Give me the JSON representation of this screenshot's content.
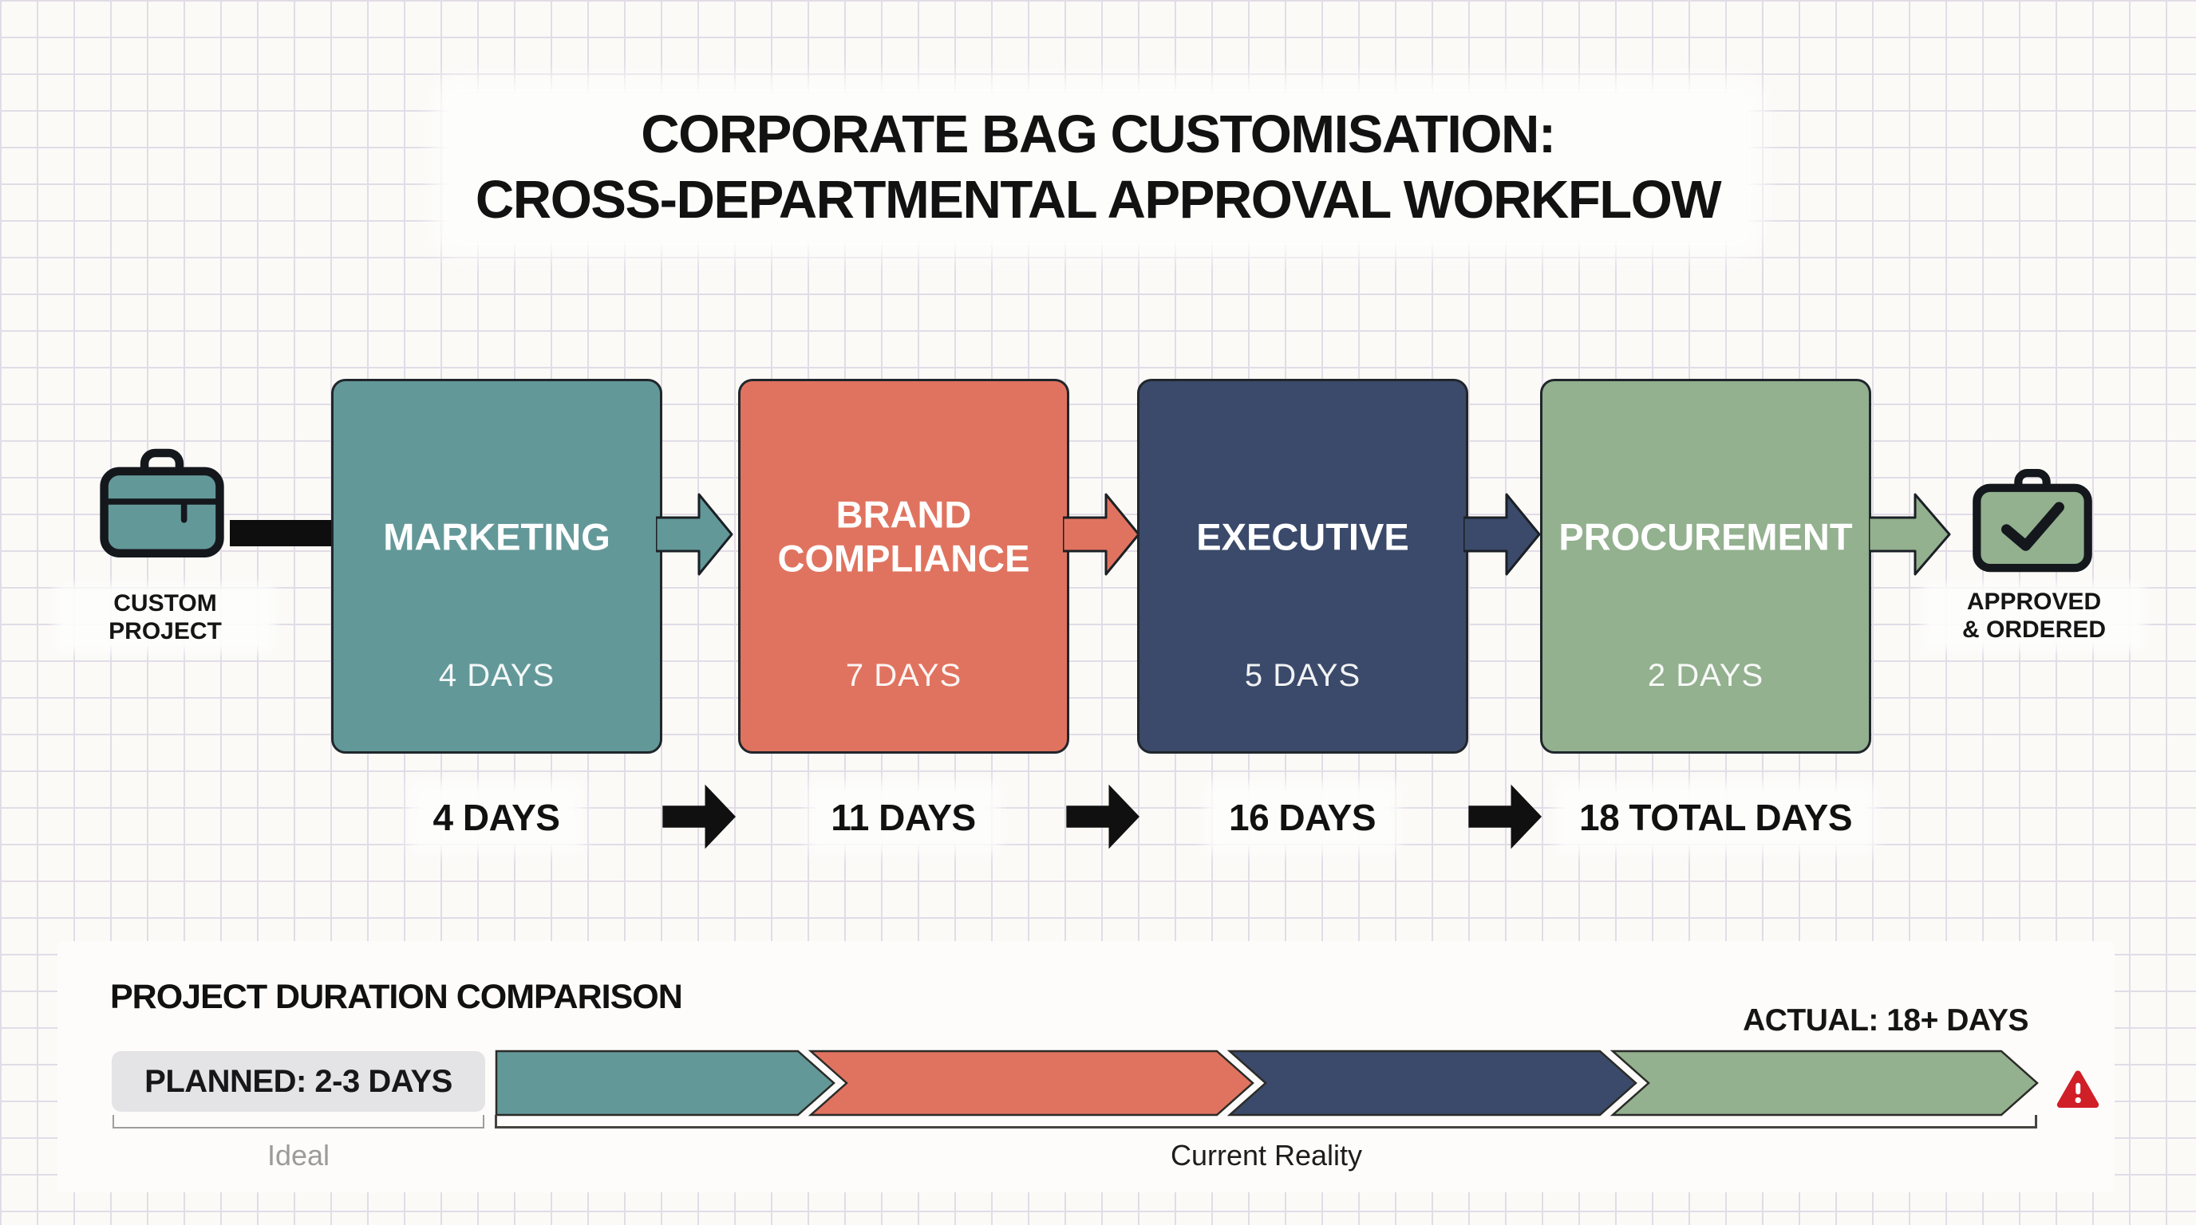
{
  "title": {
    "line1": "CORPORATE BAG CUSTOMISATION:",
    "line2": "CROSS-DEPARTMENTAL APPROVAL WORKFLOW"
  },
  "colors": {
    "teal": "#639899",
    "coral": "#E0735F",
    "navy": "#3B4A6A",
    "green": "#93B08F",
    "icon_outline": "#14181c",
    "warning_red": "#D01F27",
    "pill_gray": "#E4E3E5",
    "black": "#0e0e0e"
  },
  "workflow": {
    "start_label": "CUSTOM\nPROJECT",
    "end_label": "APPROVED\n& ORDERED",
    "steps": [
      {
        "label": "MARKETING",
        "duration": "4 DAYS",
        "color": "#639899"
      },
      {
        "label": "BRAND\nCOMPLIANCE",
        "duration": "7 DAYS",
        "color": "#E0735F"
      },
      {
        "label": "EXECUTIVE",
        "duration": "5 DAYS",
        "color": "#3B4A6A"
      },
      {
        "label": "PROCUREMENT",
        "duration": "2 DAYS",
        "color": "#93B08F"
      }
    ]
  },
  "timeline": {
    "milestones": [
      "4 DAYS",
      "11 DAYS",
      "16 DAYS",
      "18 TOTAL DAYS"
    ]
  },
  "comparison": {
    "heading": "PROJECT DURATION COMPARISON",
    "planned_label": "PLANNED: 2-3 DAYS",
    "actual_label": "ACTUAL: 18+ DAYS",
    "ideal_caption": "Ideal",
    "reality_caption": "Current Reality",
    "segments": [
      {
        "name": "marketing",
        "color": "#639899"
      },
      {
        "name": "brand-compliance",
        "color": "#E0735F"
      },
      {
        "name": "executive",
        "color": "#3B4A6A"
      },
      {
        "name": "procurement",
        "color": "#93B08F"
      }
    ]
  }
}
